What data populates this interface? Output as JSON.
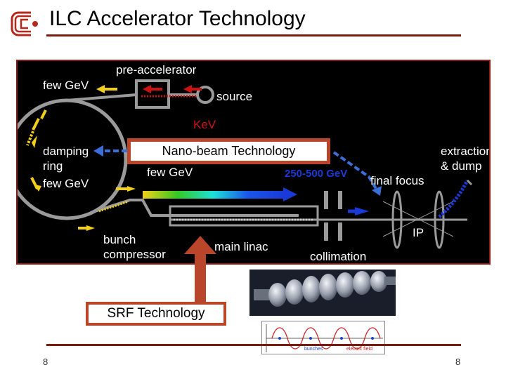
{
  "slide": {
    "title": "ILC Accelerator Technology",
    "page_number_left": "8",
    "page_number_right": "8"
  },
  "logo": {
    "icon": "ilc-logo-icon",
    "color": "#b5281c"
  },
  "diagram": {
    "labels": {
      "pre_accelerator": "pre-accelerator",
      "few_gev_top": "few GeV",
      "source": "source",
      "kev": "KeV",
      "damping_ring": "damping\nring",
      "few_gev_ring": "few GeV",
      "few_gev_linac": "few GeV",
      "energy_range": "250-500 GeV",
      "final_focus": "final focus",
      "extraction_dump": "extraction\n& dump",
      "ip": "IP",
      "bunch_compressor": "bunch\ncompressor",
      "main_linac": "main linac",
      "collimation": "collimation"
    },
    "callouts": {
      "nano_beam": "Nano-beam Technology",
      "srf": "SRF Technology"
    },
    "field_plot": {
      "bunches_label": "bunches",
      "electric_field_label": "electric field"
    }
  },
  "colors": {
    "accent": "#7a1b12",
    "callout_border": "#b9452a",
    "diagram_bg": "#000000",
    "arrow_red": "#cc1111",
    "arrow_blue": "#1a3ad8",
    "arrow_yellow": "#f2d018",
    "callout_arrow_blue": "#3a6fd8"
  }
}
